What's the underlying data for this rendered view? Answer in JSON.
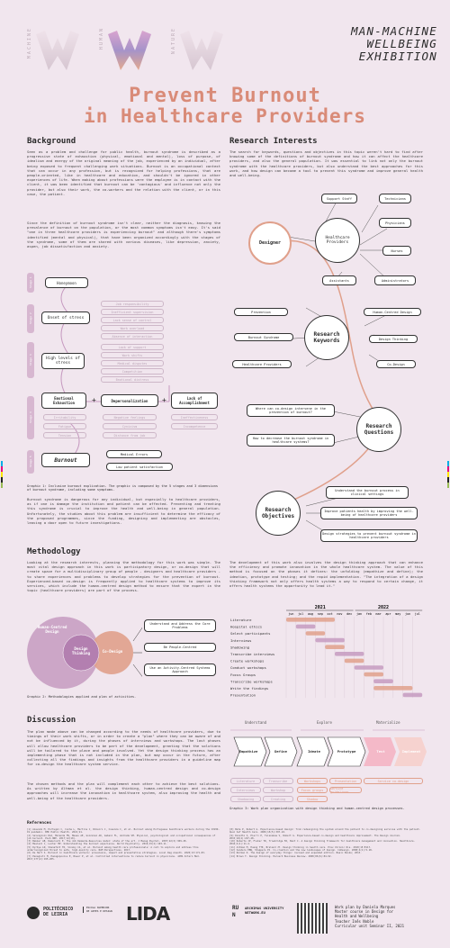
{
  "header": {
    "logo_labels": [
      "MACHINE",
      "HUMAN",
      "NATURE"
    ],
    "exhibition": [
      "MAN-MACHINE",
      "WELLBEING",
      "EXHIBITION"
    ],
    "title_line1": "Prevent Burnout",
    "title_line2": "in Healthcare Providers"
  },
  "colors": {
    "background": "#f1e6ee",
    "accent": "#d98b78",
    "purple": "#c69ac0"
  },
  "background": {
    "heading": "Background",
    "p1": "Seen as a problem and challenge for public health, burnout syndrome is described as a progressive state of exhaustion (physical, emotional and mental), loss of purpose, of idealism and energy of the original meaning of the job, experienced by an individual, after being exposed to frequent challenging work situations. Burnout is an occupational context that can occur in any profession, but is recognized for helping professions, that are people-oriented, like in healthcare and education, and shouldn't be ignored in other experiences of life. When making about professions were the employee is in contact with the client, it was been identified that burnout can be 'contagious' and influence not only the provider, but also their work, the co-workers and the relation with the client, or in this case, the patient.",
    "p2": "Since the definition of burnout syndrome isn't clear, neither the diagnosis, knowing the prevalence of burnout on the population, or the most common symptoms isn't easy. It's said \"one in three healthcare providers is experiencing burnout\" and although there's symptoms identified (mental and physical), that have been organized accordingly with the stages of the syndrome, some of them are shared with various diseases, like depression, anxiety, aspen, job dissatisfaction and anxiety."
  },
  "stages": {
    "labels": [
      "Stage 1",
      "Stage 2",
      "Stage 3",
      "Stage 4",
      "Stage 5"
    ],
    "honeymoon": "Honeymoon",
    "onset": "Onset of stress",
    "high": "High levels of stress",
    "emotional": "Emotional Exhaustion",
    "depers": "Depersonalization",
    "lack": "Lack of Accomplishment",
    "burnout": "Burnout",
    "ghost_onset": [
      "Job responsibility",
      "Inefficient supervision",
      "Lack sense of control",
      "Work overload",
      "Absence of interaction"
    ],
    "ghost_high": [
      "Lack of support",
      "Work shifts",
      "Medical disputes",
      "Competition",
      "Emotional distress"
    ],
    "ghost_ee": [
      "Irritability",
      "Fatigue",
      "Tension"
    ],
    "ghost_dp": [
      "Negative feelings",
      "Cynicism",
      "Distance from job"
    ],
    "ghost_la": [
      "Ineffectiveness",
      "Incompetence"
    ],
    "results": [
      "Medical Errors",
      "Low patient satisfaction"
    ],
    "plus1": "+",
    "plus2": "+"
  },
  "background_extra": {
    "caption": "Graphic 1: Inclusive burnout explication. The graphic is composed by the 5 stages and 3 dimensions of burnout syndrome, including some symptoms.",
    "p3": "Burnout syndrome is dangerous for any individual, but especially to healthcare providers, as if one is damage the institution and patient can be affected. Preventing and treating this syndrome is crucial to improve the health and well-being in general population. Unfortunately, the studies about this problem are insufficient to determine the efficacy of the proposed programmes, since the funding, designing and implementing are obstacles, leaving a door open to future investigations."
  },
  "research": {
    "heading": "Research Interests",
    "p1": "The search for keywords, questions and objectives in this topic weren't hard to find after knowing some of the definitions of burnout syndrome and how it can affect the healthcare providers, and also the general population. It was essential to link not only the burnout syndrome with the healthcare providers, but also understand the best approaches for this work, and how design can become a tool to prevent this syndrome and improve general health and well-being.",
    "designer": "Designer",
    "providers": "Healthcare Providers",
    "provider_roles": [
      "Support Staff",
      "Technicians",
      "Physicians",
      "Nurses",
      "Assistants",
      "Administrators"
    ],
    "keywords_center": "Research Keywords",
    "keywords": [
      "Prevention",
      "Human-Centred Design",
      "Burnout Syndrome",
      "Design Thinking",
      "Healthcare Providers",
      "Co-Design"
    ],
    "questions_center": "Research Questions",
    "questions": [
      "Where can co-design intervene in the prevention of burnout?",
      "How to decrease the burnout syndrome in healthcare systems?"
    ],
    "objectives_center": "Research Objectives",
    "objectives": [
      "Understand the burnout process in clinical settings",
      "Improve patients health by improving the well-being of healthcare providers",
      "Design strategies to prevent burnout syndrome in healthcare providers"
    ]
  },
  "methodology": {
    "heading": "Methodology",
    "p1": "Looking at the research interests, planning the methodology for this work was simple. The most vital design approach in this work is participatory design, or co-design that will create space for a multidisciplinary group of people - designers and healthcare providers - to share experiences and problems to develop strategies for the prevention of burnout. Experienced-based co-design is frequently applied to healthcare systems to improve its services, which include the human-centred design method to ensure that the expert in the topic (healthcare providers) are part of the process.",
    "p2": "The development of this work also involves the design thinking approach that can enhance the efficiency and promote innovation in the whole healthcare system. The value of this method is focused on the phases it defines: the unfolding (empathize and define); the ideation, prototype and testing; and the rapid implementation. \"The integration of a design thinking framework not only offers health systems a way to respond to certain change, it offers health systems the opportunity to lead it.\"",
    "venn": [
      "Human-Centred Design",
      "Design Thinking",
      "Co-Design"
    ],
    "bullets": [
      "Understand and Address the Core Problems",
      "Be People-Centred",
      "Use an Activity-Centred Systems Approach"
    ],
    "caption": "Graphic 2: Methodologies applied and plan of activities."
  },
  "gantt": {
    "years": [
      "2021",
      "2022"
    ],
    "months": [
      "jun",
      "jul",
      "aug",
      "sep",
      "oct",
      "nov",
      "dec",
      "jan",
      "feb",
      "mar",
      "apr",
      "may",
      "jun",
      "jul"
    ],
    "tasks": [
      "Literature",
      "Hospital ethics",
      "Select participants",
      "Interviews",
      "Shadowing",
      "Transcribe interviews",
      "Create workshops",
      "Conduct workshops",
      "Focus Groups",
      "Transcribe workshops",
      "Write the findings",
      "Presentation"
    ],
    "bars": [
      [
        0,
        5
      ],
      [
        1,
        3
      ],
      [
        2,
        4
      ],
      [
        3,
        6
      ],
      [
        4,
        6
      ],
      [
        5,
        8
      ],
      [
        6,
        8
      ],
      [
        7,
        10
      ],
      [
        8,
        10
      ],
      [
        9,
        11
      ],
      [
        9,
        13
      ],
      [
        12,
        14
      ]
    ]
  },
  "discussion": {
    "heading": "Discussion",
    "p1": "The plan made above can be changed according to the needs of healthcare providers, due to timings of their work shifts, or in order to create a \"plan\" where they can be aware of and not be influenced by it, during the phases of interviews and workshops. The last phases will allow healthcare providers to be part of the development, granting that the solutions will be tailored to the place and people involved. Yet the design thinking process has an implementing phase that is not included in the plan, but may occur in the future, after collecting all the findings and insights from the healthcare providers in a guideline map for co-design the healthcare system service.",
    "p2": "The chosen methods and the plan will complement each other to achieve the best solutions. As written by Altman et al. the design thinking, human-centred design and co-design approaches will increase the innovation in healthcare system, also improving the health and well-being of the healthcare providers.",
    "phases": [
      "Understand",
      "Explore",
      "Materialize"
    ],
    "steps": [
      "Empathize",
      "Define",
      "Ideate",
      "Prototype",
      "Test",
      "Implement"
    ],
    "ghost_steps": [
      "Literature",
      "Transcribe",
      "Workshops",
      "Presentation",
      "Service co-design",
      "Interviews",
      "Workshop",
      "Focus groups",
      "Service guidelines",
      "Shadowing",
      "Creating",
      "Shadow"
    ],
    "caption": "Graphic 3: Work plan organization with design thinking and human-centred design processes."
  },
  "references": {
    "heading": "References",
    "col1": [
      "[1] Azevedo M, Portugal C, Cunha L, Martins C, Ribeiro C, Cosenza C, et al. Burnout among Portuguese healthcare workers during the COVID-19 pandemic. BMC Public Health. 2021;21.",
      "[2] Salvagioni DAJ, Melanda FN, Mesas AE, Gonzalez AD, Gabani FL, Andrade SM. Physical, psychological and occupational consequences of job burnout. PLoS ONE. 2017;12(10).",
      "[3] Bakker AB, Demerouti E. The Job Demands-Resources model: state of the art. J Manag Psychol. 2007;22(3):309-28.",
      "[4] Maslach C, Leiter MP. Understanding the burnout experience. World Psychiatry. 2016;15(2):103-11.",
      "[5] Dyrbye LN, Shanafelt TD, Sinsky CA, et al. Burnout among health care professionals: A call to explore and address this underrecognized threat to safe, high-quality care. NAM Perspectives. 2017.",
      "[6] De Hert S. Burnout in healthcare workers: prevalence, impact and preventative strategies. Local Reg Anesth. 2020;13:171-83.",
      "[7] Panagioti M, Panagopoulou E, Bower P, et al. Controlled interventions to reduce burnout in physicians. JAMA Intern Med. 2017;177(2):195-205."
    ],
    "col2": [
      "[8] Bate P, Robert G. Experience-based design: from redesigning the system around the patient to co-designing services with the patient. Qual Saf Health Care. 2006;15(5):307-10.",
      "[9] Donetto S, Pierri P, Tsianakas V, Robert G. Experience-based co-design and healthcare improvement. The Design Journal. 2015;18(2):227-48.",
      "[10] Roberts JP, Fisher TR, Trowbridge MJ, Bent C. A design thinking framework for healthcare management and innovation. Healthcare. 2016;4(1):11-4.",
      "[11] Altman M, Huang TTK, Breland JY. Design thinking in health care. Prev Chronic Dis. 2018;15:E117.",
      "[12] Sanders EBN, Stappers PJ. Co-creation and the new landscapes of design. CoDesign. 2008;4(1):5-18.",
      "[13] Norman D. The design of everyday things: revised and expanded edition. Basic Books; 2013.",
      "[14] Brown T. Design thinking. Harvard Business Review. 2008;86(6):84-92."
    ]
  },
  "footer": {
    "institutions": [
      "POLITÉCNICO DE LEIRIA",
      "ESCOLA SUPERIOR DE ARTES E DESIGN",
      "LIDA",
      "RUN",
      "ARCHIMAS UNIVERSITY NETWORK.EU"
    ],
    "credits": [
      "Work plan by Daniela Marques",
      "Master course in Design for",
      "Health and Wellbeing",
      "Teacher Inês Noble",
      "Curricular unit Seminar II, 2021"
    ]
  }
}
